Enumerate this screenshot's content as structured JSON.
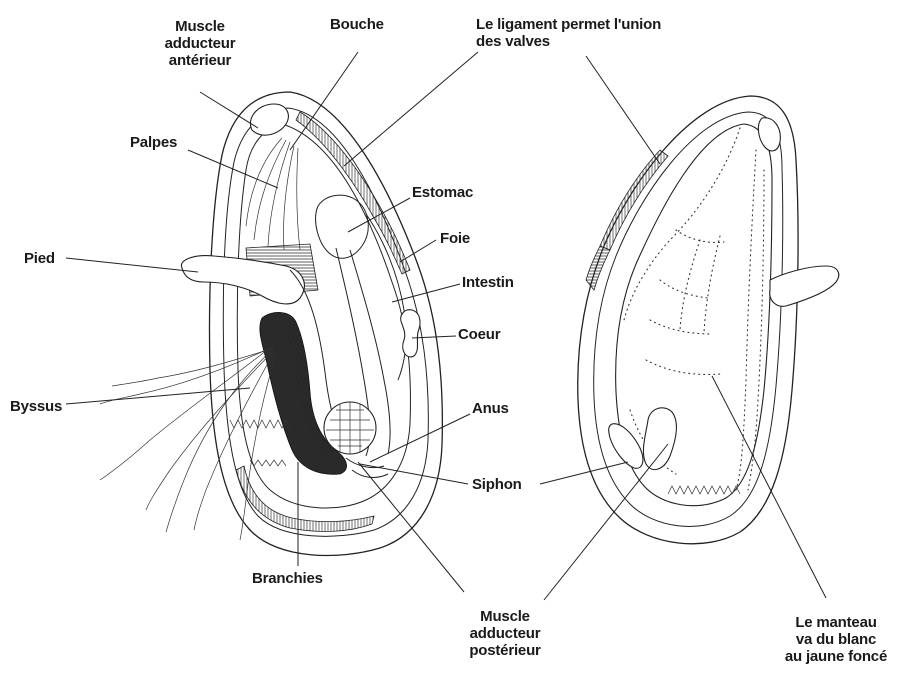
{
  "labels": {
    "muscle_anterieur": [
      "Muscle",
      "adducteur",
      "antérieur"
    ],
    "bouche": "Bouche",
    "ligament": [
      "Le ligament permet l'union",
      "des valves"
    ],
    "palpes": "Palpes",
    "estomac": "Estomac",
    "foie": "Foie",
    "pied": "Pied",
    "intestin": "Intestin",
    "coeur": "Coeur",
    "byssus": "Byssus",
    "anus": "Anus",
    "siphon": "Siphon",
    "branchies": "Branchies",
    "muscle_posterieur": [
      "Muscle",
      "adducteur",
      "postérieur"
    ],
    "manteau": [
      "Le manteau",
      "va du blanc",
      "au jaune foncé"
    ]
  }
}
